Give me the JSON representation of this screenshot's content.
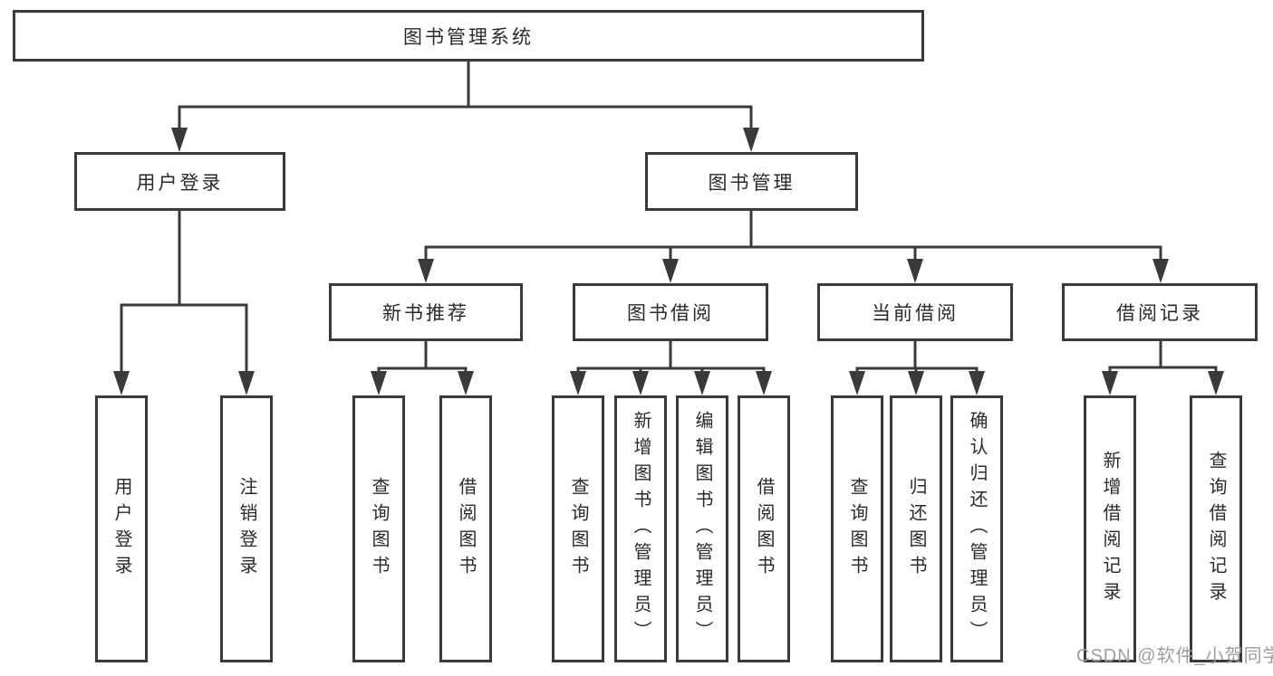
{
  "diagram": {
    "root": {
      "label": "图书管理系统"
    },
    "level2": [
      {
        "label": "用户登录"
      },
      {
        "label": "图书管理"
      }
    ],
    "level3": [
      {
        "label": "新书推荐"
      },
      {
        "label": "图书借阅"
      },
      {
        "label": "当前借阅"
      },
      {
        "label": "借阅记录"
      }
    ],
    "leaves": {
      "login": [
        {
          "label": "用户登录"
        },
        {
          "label": "注销登录"
        }
      ],
      "recommend": [
        {
          "label": "查询图书"
        },
        {
          "label": "借阅图书"
        }
      ],
      "borrow": [
        {
          "label": "查询图书"
        },
        {
          "label": "新增图书（管理员）"
        },
        {
          "label": "编辑图书（管理员）"
        },
        {
          "label": "借阅图书"
        }
      ],
      "current": [
        {
          "label": "查询图书"
        },
        {
          "label": "归还图书"
        },
        {
          "label": "确认归还（管理员）"
        }
      ],
      "records": [
        {
          "label": "新增借阅记录"
        },
        {
          "label": "查询借阅记录"
        }
      ]
    },
    "colors": {
      "line": "#3a3a3a",
      "box_fill": "#ffffff",
      "text": "#2a2a2a",
      "watermark": "#9e9e9e"
    },
    "watermark": "CSDN @软件_小贺同学"
  }
}
